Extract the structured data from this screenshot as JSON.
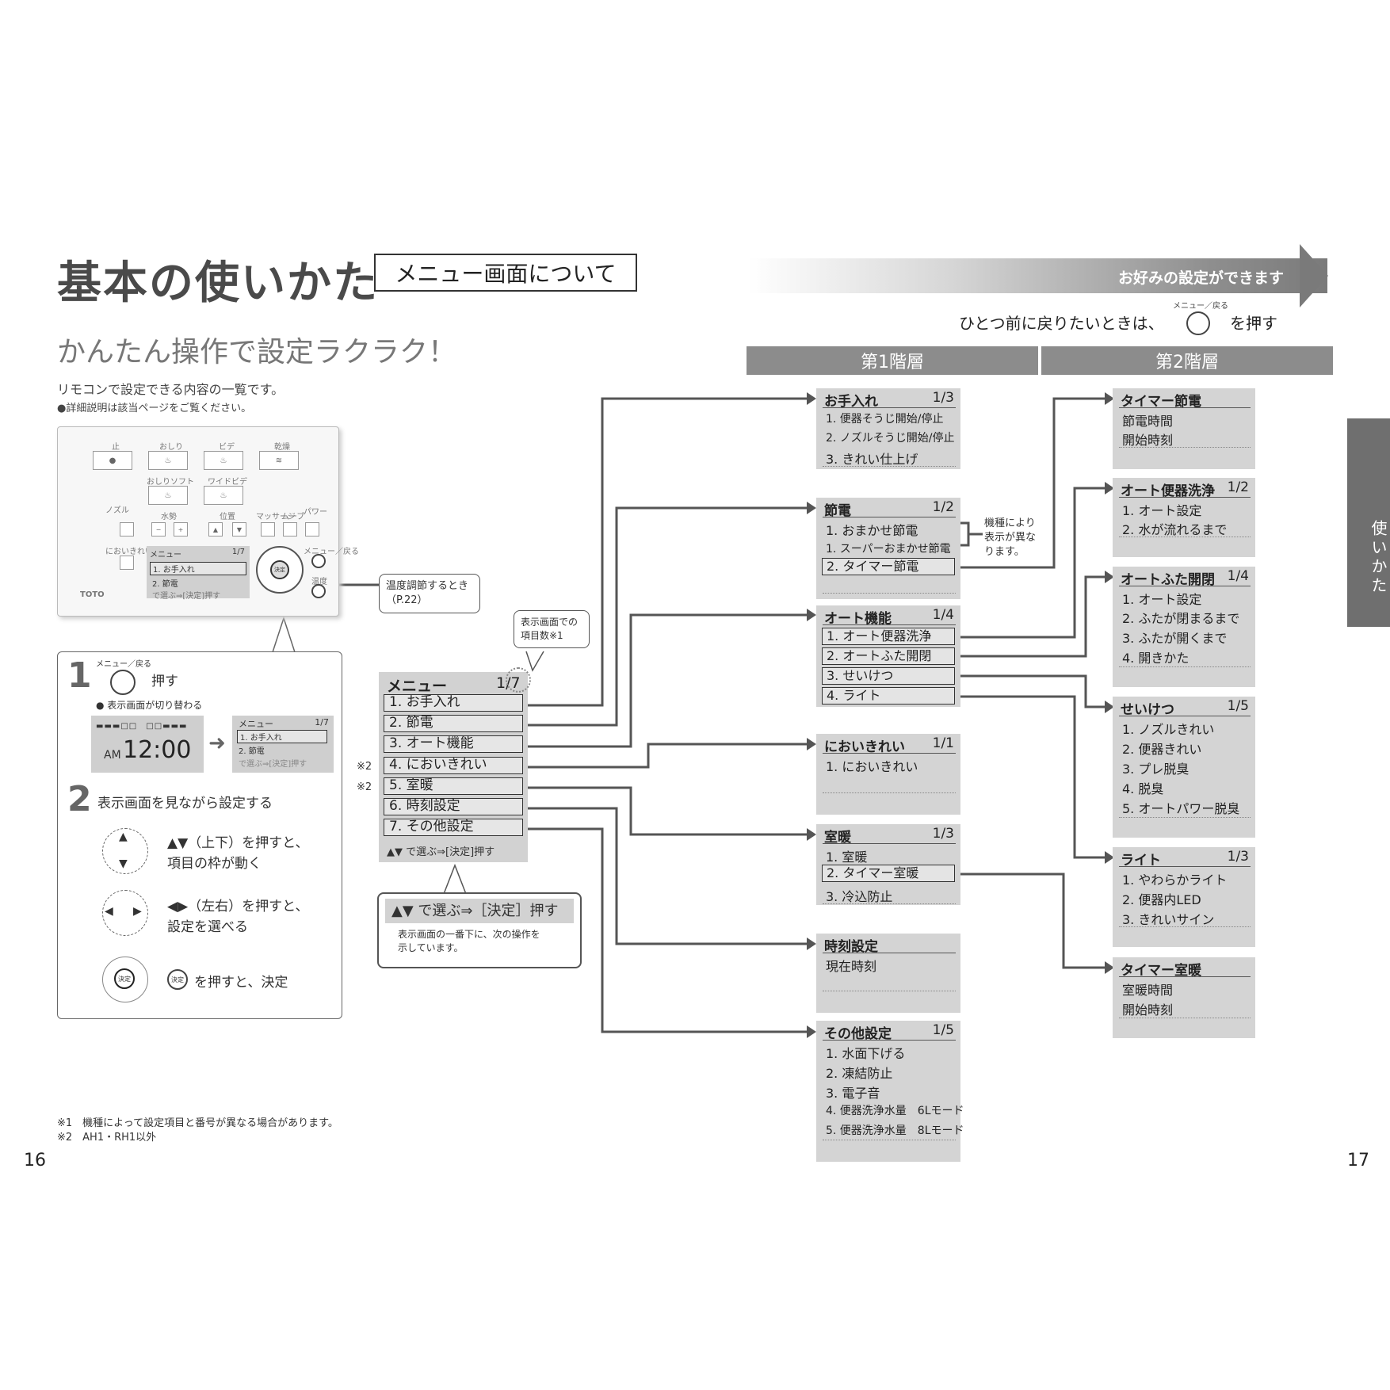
{
  "header": {
    "title": "基本の使いかた",
    "section": "メニュー画面について",
    "subtitle": "かんたん操作で設定ラクラク！",
    "intro": "リモコンで設定できる内容の一覧です。",
    "intro_note": "●詳細説明は該当ページをご覧ください。"
  },
  "banner": {
    "text": "お好みの設定ができます",
    "back_prefix": "ひとつ前に戻りたいときは、",
    "back_button_label": "メニュー／戻る",
    "back_suffix": "を押す"
  },
  "levels": {
    "first": "第1階層",
    "second": "第2階層"
  },
  "side_tab": "使いかた",
  "remote": {
    "buttons": [
      "止",
      "おしり",
      "ビデ",
      "乾燥"
    ],
    "row2": [
      "おしりソフト",
      "ワイドビデ"
    ],
    "row3": [
      "ノズル\nきれい",
      "水勢",
      "位置",
      "マッサージ",
      "ムーブ",
      "パワー\n脱臭"
    ],
    "odor_label": "においきれい",
    "menu_back_label": "メニュー／戻る",
    "temp_label": "温度",
    "screen_head": "メニュー",
    "screen_page": "1/7",
    "screen_item1": "1. お手入れ",
    "screen_item2": "2. 節電",
    "screen_foot": "で選ぶ⇒[決定]押す",
    "dial_center": "決定",
    "brand": "TOTO",
    "callout": "温度調節するとき\n（P.22）"
  },
  "steps": {
    "step1_num": "1",
    "step1_btn_label": "メニュー／戻る",
    "step1_text": "押す",
    "step1_note": "● 表示画面が切り替わる",
    "clock": "12:00",
    "clock_am": "AM",
    "mini_head": "メニュー",
    "mini_page": "1/7",
    "mini_item1": "1. お手入れ",
    "mini_item2": "2. 節電",
    "mini_foot": "で選ぶ⇒[決定]押す",
    "step2_num": "2",
    "step2_text": "表示画面を見ながら設定する",
    "op1_line1": "▲▼（上下）を押すと、",
    "op1_line2": "項目の枠が動く",
    "op2_line1": "◀▶（左右）を押すと、",
    "op2_line2": "設定を選べる",
    "op3": "を押すと、決定",
    "op3_btn": "決定",
    "dial_center": "決定"
  },
  "menu": {
    "head": "メニュー",
    "page": "1/7",
    "items": [
      "1. お手入れ",
      "2. 節電",
      "3. オート機能",
      "4. においきれい",
      "5. 室暖",
      "6. 時刻設定",
      "7. その他設定"
    ],
    "foot": "で選ぶ⇒[決定]押す",
    "callout_top": "表示画面での\n項目数※1",
    "mark_items": [
      "※2",
      "※2"
    ],
    "callout_bottom_title": "で選ぶ⇒［決定］押す",
    "callout_bottom_text": "表示画面の一番下に、次の操作を\n示しています。"
  },
  "level1": [
    {
      "title": "お手入れ",
      "page": "1/3",
      "items": [
        "1. 便器そうじ開始/停止",
        "2. ノズルそうじ開始/停止",
        "3. きれい仕上げ"
      ]
    },
    {
      "title": "節電",
      "page": "1/2",
      "items": [
        "1. おまかせ節電",
        "1. スーパーおまかせ節電",
        "2. タイマー節電"
      ],
      "note": "機種により\n表示が異な\nります。"
    },
    {
      "title": "オート機能",
      "page": "1/4",
      "items": [
        "1. オート便器洗浄",
        "2. オートふた開閉",
        "3. せいけつ",
        "4. ライト"
      ]
    },
    {
      "title": "においきれい",
      "page": "1/1",
      "items": [
        "1. においきれい"
      ]
    },
    {
      "title": "室暖",
      "page": "1/3",
      "items": [
        "1. 室暖",
        "2. タイマー室暖",
        "3. 冷込防止"
      ]
    },
    {
      "title": "時刻設定",
      "page": "",
      "items": [
        "現在時刻"
      ]
    },
    {
      "title": "その他設定",
      "page": "1/5",
      "items": [
        "1. 水面下げる",
        "2. 凍結防止",
        "3. 電子音",
        "4. 便器洗浄水量　6Lモード",
        "5. 便器洗浄水量　8Lモード"
      ]
    }
  ],
  "level2": [
    {
      "title": "タイマー節電",
      "page": "",
      "items": [
        "節電時間",
        "開始時刻"
      ]
    },
    {
      "title": "オート便器洗浄",
      "page": "1/2",
      "items": [
        "1. オート設定",
        "2. 水が流れるまで"
      ]
    },
    {
      "title": "オートふた開閉",
      "page": "1/4",
      "items": [
        "1. オート設定",
        "2. ふたが閉まるまで",
        "3. ふたが開くまで",
        "4. 開きかた"
      ]
    },
    {
      "title": "せいけつ",
      "page": "1/5",
      "items": [
        "1. ノズルきれい",
        "2. 便器きれい",
        "3. プレ脱臭",
        "4. 脱臭",
        "5. オートパワー脱臭"
      ]
    },
    {
      "title": "ライト",
      "page": "1/3",
      "items": [
        "1. やわらかライト",
        "2. 便器内LED",
        "3. きれいサイン"
      ]
    },
    {
      "title": "タイマー室暖",
      "page": "",
      "items": [
        "室暖時間",
        "開始時刻"
      ]
    }
  ],
  "footnotes": {
    "note1": "※1　機種によって設定項目と番号が異なる場合があります。",
    "note2": "※2　AH1・RH1以外"
  },
  "page_numbers": {
    "left": "16",
    "right": "17"
  },
  "colors": {
    "box": "#d4d4d4",
    "header": "#8c8c8c",
    "tab": "#6f6f6f",
    "line": "#555555"
  }
}
